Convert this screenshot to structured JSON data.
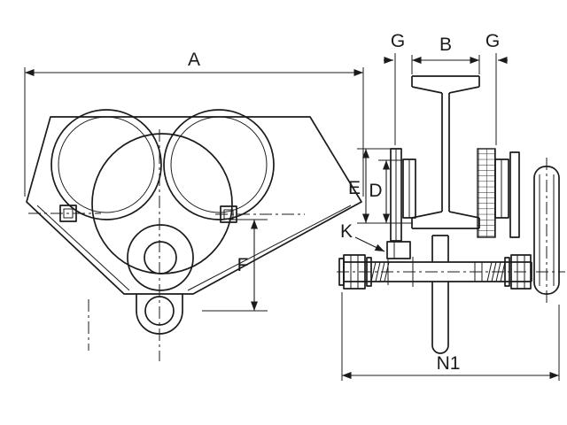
{
  "labels": {
    "a": "A",
    "b": "B",
    "g_left": "G",
    "g_right": "G",
    "e": "E",
    "d": "D",
    "k": "K",
    "f": "F",
    "n1": "N1"
  },
  "colors": {
    "ink": "#1b1b1b",
    "paper": "#ffffff"
  }
}
